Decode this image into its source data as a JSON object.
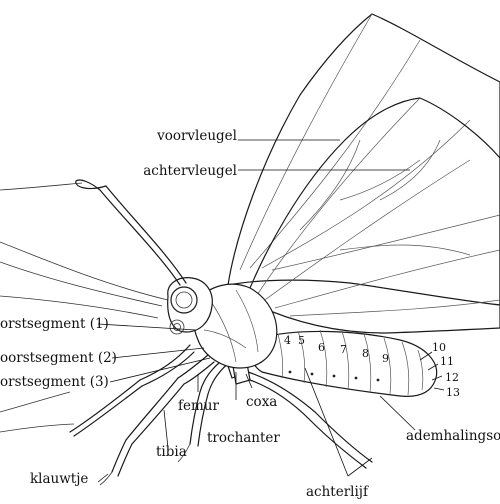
{
  "labels": {
    "forewing": "voorvleugel",
    "hindwing": "achtervleugel",
    "thorax_seg_1": "orstsegment (1)",
    "thorax_seg_2": "oorstsegment (2)",
    "thorax_seg_3": "orstsegment (3)",
    "femur": "femur",
    "coxa": "coxa",
    "tibia": "tibia",
    "trochanter": "trochanter",
    "claw": "klauwtje",
    "abdomen": "achterlijf",
    "spiracle": "ademhalingso"
  },
  "segment_numbers": [
    "4",
    "5",
    "6",
    "7",
    "8",
    "9",
    "10",
    "11",
    "12",
    "13"
  ]
}
